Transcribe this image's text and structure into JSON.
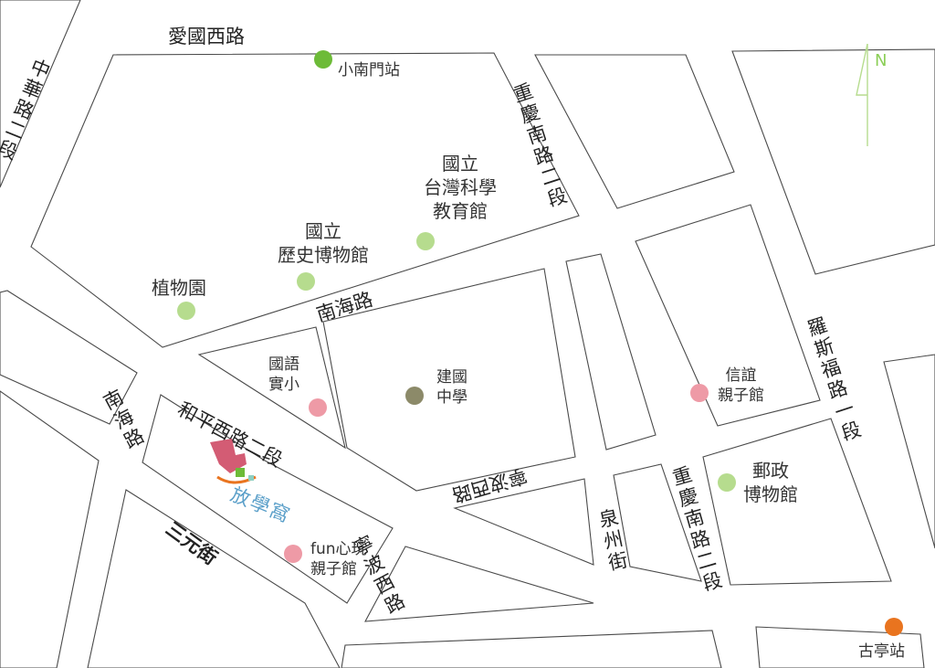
{
  "map": {
    "colors": {
      "road_line": "#4a4a4a",
      "museum": "#b6dc8e",
      "parenting": "#ee9aa6",
      "school": "#8c8a69",
      "mrt_green": "#6dbb38",
      "mrt_orange": "#e9741f",
      "north_arrow": "#b6dc8e"
    },
    "streets": {
      "aiguo_w": "愛國西路",
      "zhonghua_2": "中華路二段",
      "chongqing_s_2_top": "重慶南路二段",
      "roosevelt_1": "羅斯福路一段",
      "nanhai": "南海路",
      "heping_w_2": "和平西路二段",
      "nanhai_left": "南海路",
      "sanyuan": "三元街",
      "ningbo_w_diag": "寧波西路",
      "ningbo_w_horz": "寧波西路",
      "quanzhou": "泉州街",
      "chongqing_s_2_bottom": "重慶南路二段"
    },
    "pois": {
      "xiaonanmen": "小南門站",
      "science_edu": "國立\n台灣科學\n教育館",
      "history_museum": "國立\n歷史博物館",
      "botanical": "植物園",
      "mandarin_exp": "國語\n實小",
      "jianguo": "建國\n中學",
      "xinyi_kids": "信誼\n親子館",
      "postal_museum": "郵政\n博物館",
      "fun_kids": "fun心玩\n親子館",
      "guting": "古亭站"
    },
    "brand": {
      "name": "放學窩"
    },
    "north": {
      "label": "N"
    }
  }
}
